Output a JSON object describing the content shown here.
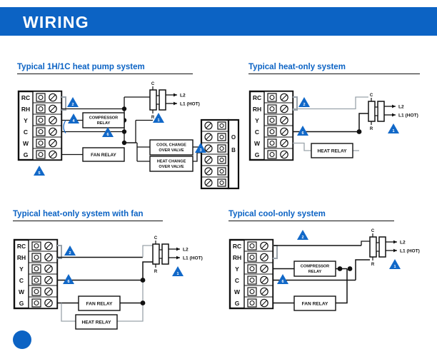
{
  "header": {
    "title": "WIRING"
  },
  "terminal_labels": [
    "RC",
    "RH",
    "Y",
    "C",
    "W",
    "G"
  ],
  "transformer": {
    "top_label": "C",
    "bottom_label": "R",
    "out_top": "L2",
    "out_bottom": "L1 (HOT)"
  },
  "panels": [
    {
      "id": "heat-pump",
      "title": "Typical 1H/1C heat pump system",
      "boxes": [
        "COMPRESSOR RELAY",
        "FAN RELAY",
        "COOL CHANGE OVER VALVE",
        "HEAT CHANGE OVER VALVE"
      ],
      "second_block_labels": [
        "O",
        "B"
      ],
      "markers": [
        "1",
        "2",
        "3",
        "4",
        "5",
        "6"
      ]
    },
    {
      "id": "heat-only",
      "title": "Typical heat-only system",
      "boxes": [
        "HEAT RELAY"
      ],
      "markers": [
        "1",
        "2",
        "6"
      ]
    },
    {
      "id": "heat-only-fan",
      "title": "Typical heat-only system with fan",
      "boxes": [
        "FAN RELAY",
        "HEAT RELAY"
      ],
      "markers": [
        "1",
        "2",
        "6"
      ]
    },
    {
      "id": "cool-only",
      "title": "Typical cool-only system",
      "boxes": [
        "COMPRESSOR RELAY",
        "FAN RELAY"
      ],
      "markers": [
        "1",
        "2",
        "6"
      ]
    }
  ],
  "colors": {
    "brand_blue": "#0c63c4",
    "wire_black": "#111111",
    "wire_gray": "#9aa3ab",
    "marker_blue": "#1168c8"
  }
}
